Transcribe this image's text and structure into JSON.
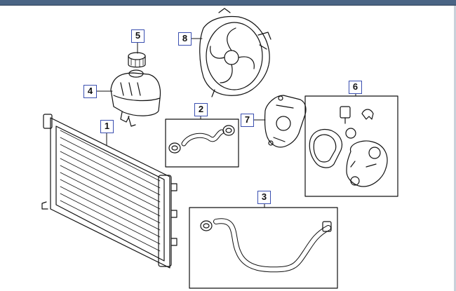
{
  "callouts": [
    {
      "id": "1",
      "label": "1"
    },
    {
      "id": "2",
      "label": "2"
    },
    {
      "id": "3",
      "label": "3"
    },
    {
      "id": "4",
      "label": "4"
    },
    {
      "id": "5",
      "label": "5"
    },
    {
      "id": "6",
      "label": "6"
    },
    {
      "id": "7",
      "label": "7"
    },
    {
      "id": "8",
      "label": "8"
    }
  ],
  "colors": {
    "frame": "#4a6484",
    "callout_border": "#3a4fb0",
    "line": "#111111"
  }
}
